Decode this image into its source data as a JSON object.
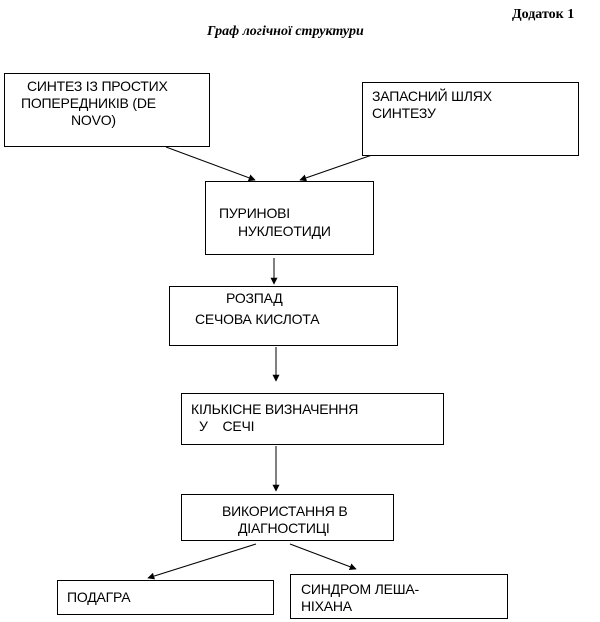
{
  "header": {
    "appendix_label": "Додаток 1",
    "title": "Граф логічної структури"
  },
  "nodes": {
    "de_novo": {
      "line1": "СИНТЕЗ ІЗ ПРОСТИХ",
      "line2": "ПОПЕРЕДНИКІВ (DE",
      "line3": "NOVO)"
    },
    "salvage": {
      "line1": "ЗАПАСНИЙ ШЛЯХ",
      "line2": "СИНТЕЗУ"
    },
    "purines": {
      "line1": "ПУРИНОВІ",
      "line2": "НУКЛЕОТИДИ"
    },
    "breakdown": {
      "line1": "РОЗПАД",
      "line2": "СЕЧОВА КИСЛОТА"
    },
    "quantification": {
      "line1": "КІЛЬКІСНЕ ВИЗНАЧЕННЯ",
      "line2": "У    СЕЧІ"
    },
    "diagnostics": {
      "line1": "ВИКОРИСТАННЯ В",
      "line2": "ДІАГНОСТИЦІ"
    },
    "gout": {
      "line1": "ПОДАГРА"
    },
    "lesch_nyhan": {
      "line1": "СИНДРОМ ЛЕША-",
      "line2": "НІХАНА"
    }
  }
}
